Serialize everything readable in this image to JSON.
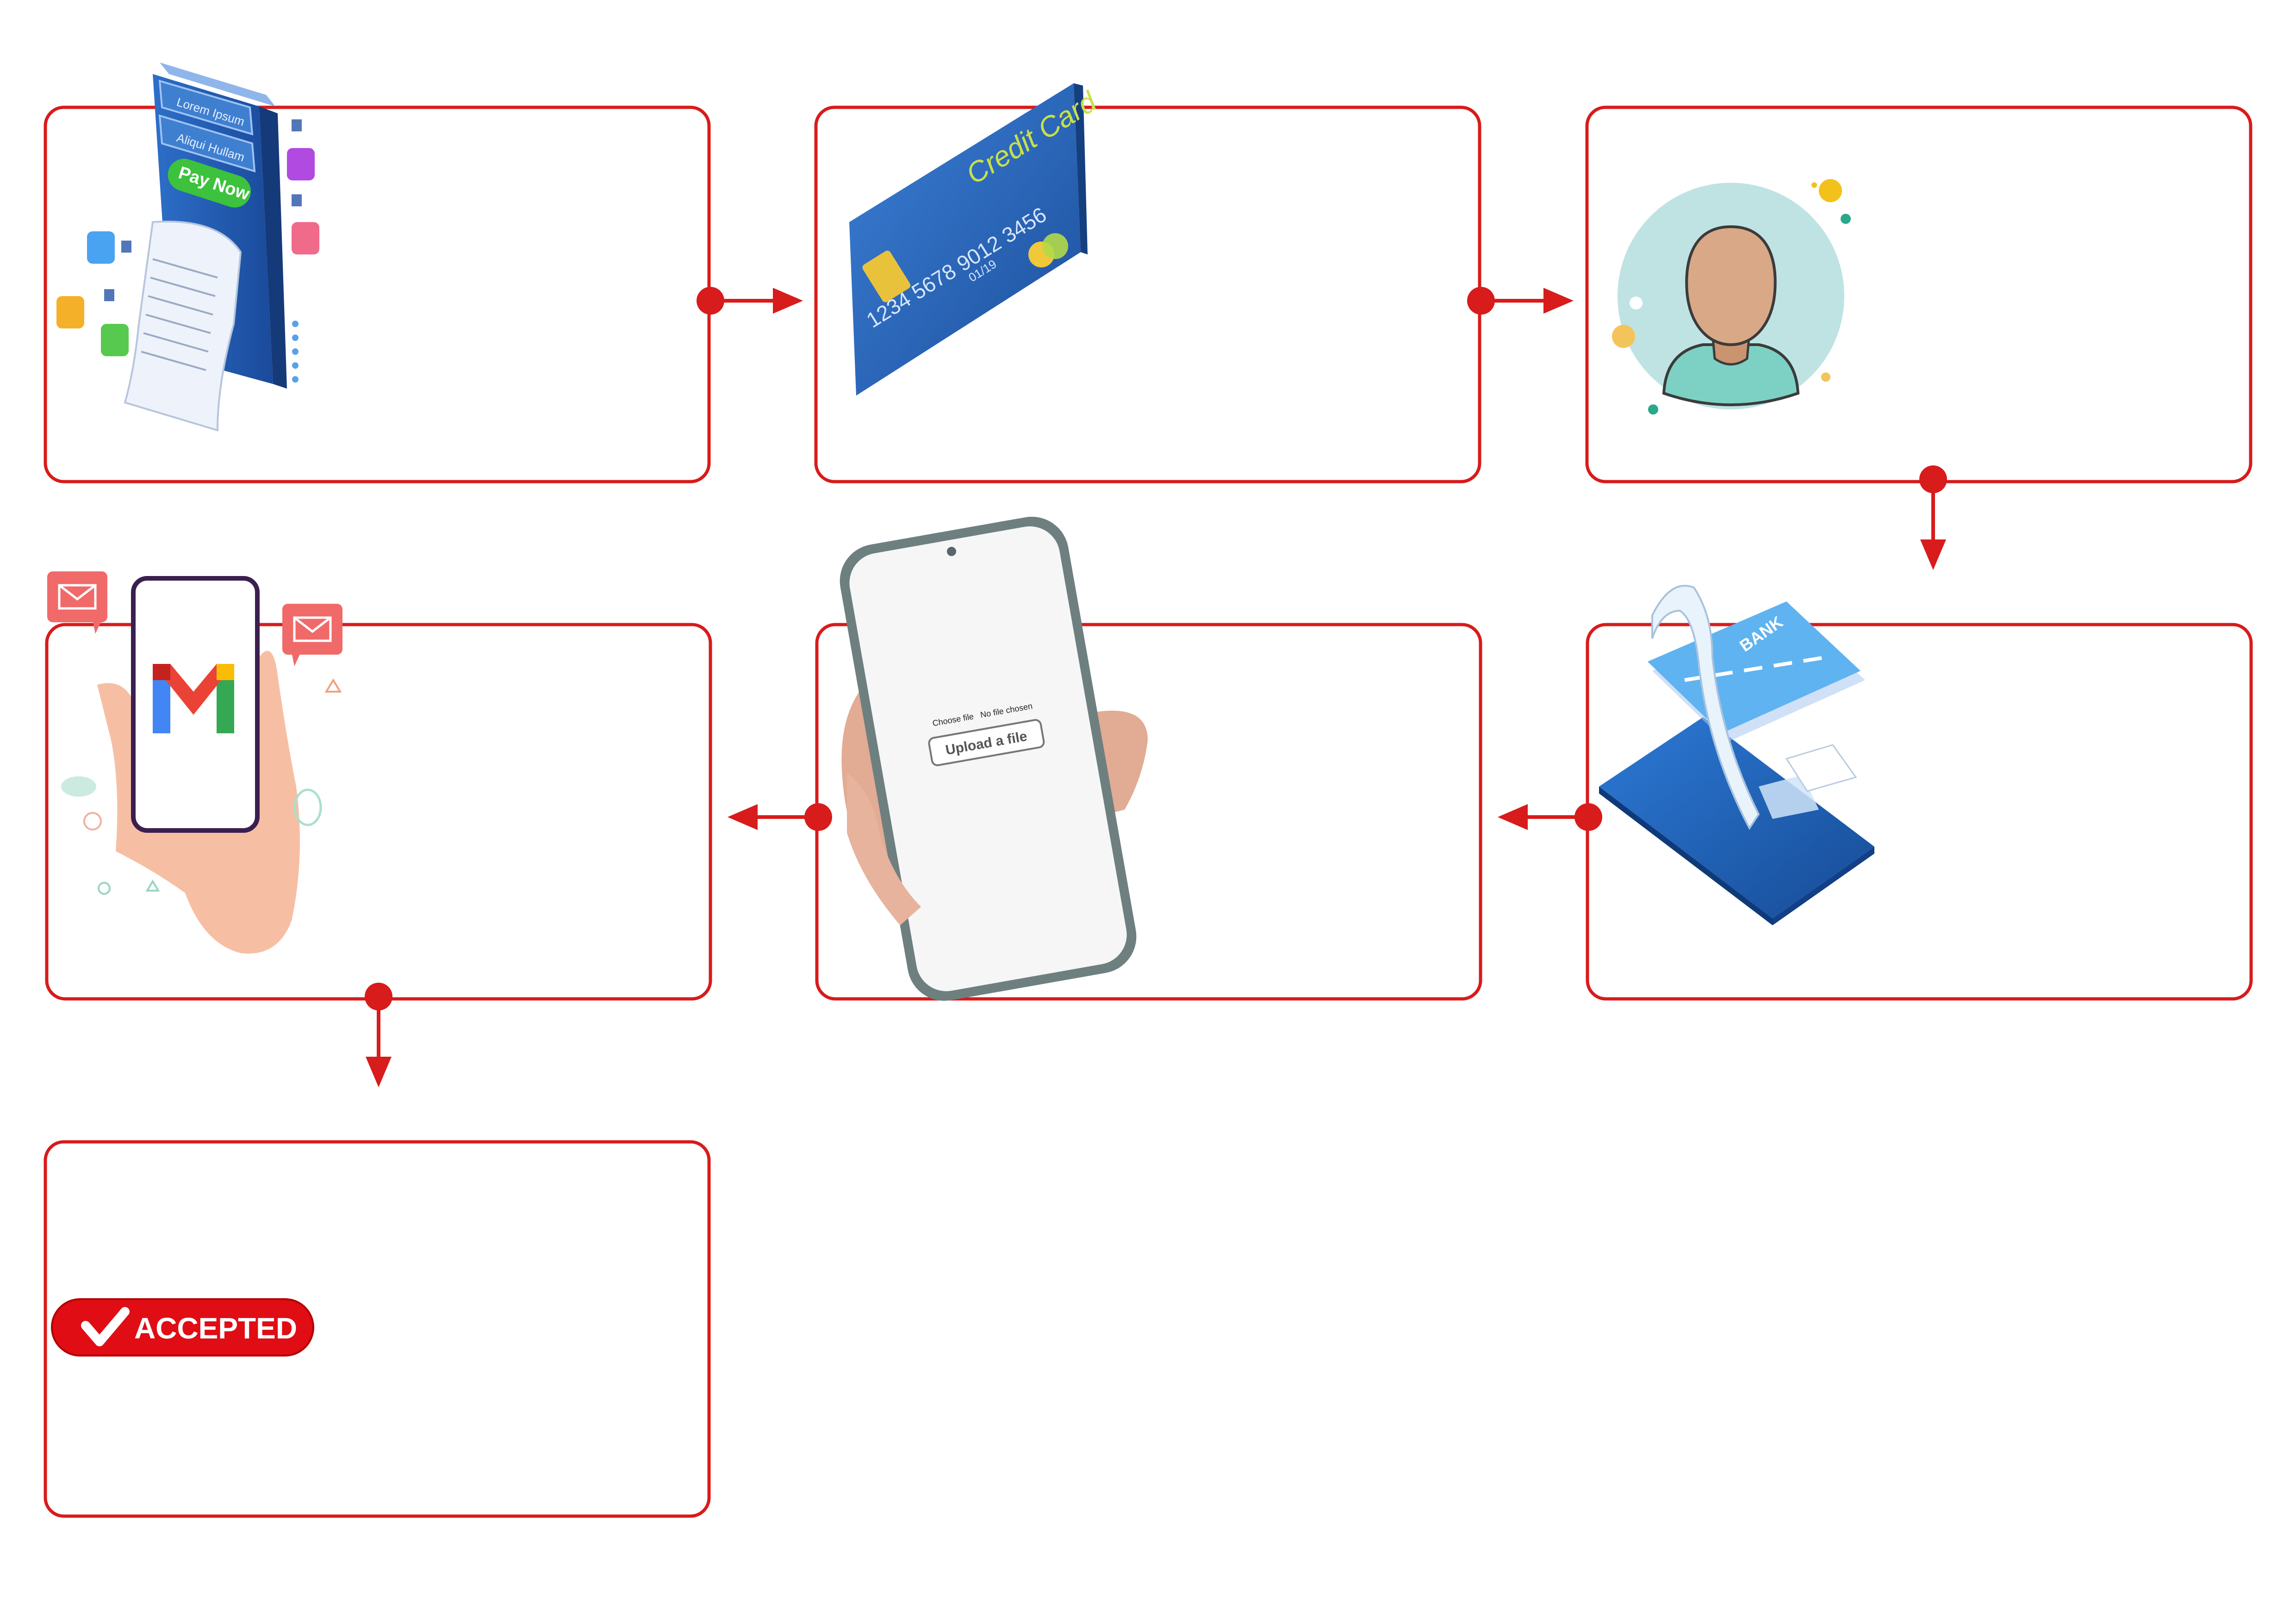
{
  "colors": {
    "accent": "#d81b1b",
    "card_blue": "#2a63b8",
    "avatar_bg": "#bfe3e3",
    "skin": "#d9a886",
    "phone_frame": "#6e7f80"
  },
  "steps": [
    {
      "id": "step-payment-app",
      "icon": "mobile-payment-receipt-icon",
      "texts": {
        "phone_line1": "Lorem Ipsum",
        "phone_line2": "Aliqui Hullam",
        "pay_button": "Pay Now"
      }
    },
    {
      "id": "step-credit-card",
      "icon": "credit-card-icon",
      "texts": {
        "brand": "Credit Card",
        "number": "1234 5678 9012 3456",
        "expiry": "01/19"
      }
    },
    {
      "id": "step-customer",
      "icon": "user-avatar-icon",
      "texts": {}
    },
    {
      "id": "step-bank-transfer",
      "icon": "bank-card-receipt-icon",
      "texts": {
        "bank": "BANK"
      }
    },
    {
      "id": "step-upload",
      "icon": "phone-upload-icon",
      "texts": {
        "choose_file": "Choose file",
        "no_file": "No file chosen",
        "upload_button": "Upload a file"
      }
    },
    {
      "id": "step-email",
      "icon": "gmail-phone-icon",
      "texts": {
        "logo_letter": "M"
      }
    },
    {
      "id": "step-accepted",
      "icon": "accepted-badge-icon",
      "texts": {
        "badge": "ACCEPTED"
      }
    }
  ]
}
